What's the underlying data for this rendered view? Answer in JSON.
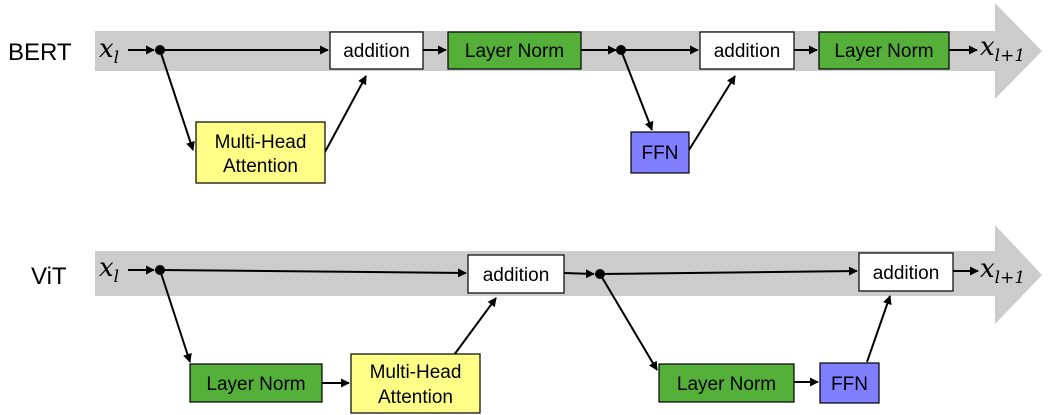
{
  "colors": {
    "stream": "#cccccc",
    "layer_norm": "#55b03a",
    "attention": "#ffff88",
    "ffn": "#7f7fff",
    "addition": "#ffffff"
  },
  "input_var": "x",
  "input_sub": "l",
  "output_var": "x",
  "output_sub": "l+1",
  "bert": {
    "label": "BERT",
    "addition_1": "addition",
    "layer_norm_1": "Layer Norm",
    "attention_line1": "Multi-Head",
    "attention_line2": "Attention",
    "addition_2": "addition",
    "layer_norm_2": "Layer Norm",
    "ffn": "FFN"
  },
  "vit": {
    "label": "ViT",
    "layer_norm_1": "Layer Norm",
    "attention_line1": "Multi-Head",
    "attention_line2": "Attention",
    "addition_1": "addition",
    "layer_norm_2": "Layer Norm",
    "ffn": "FFN",
    "addition_2": "addition"
  }
}
